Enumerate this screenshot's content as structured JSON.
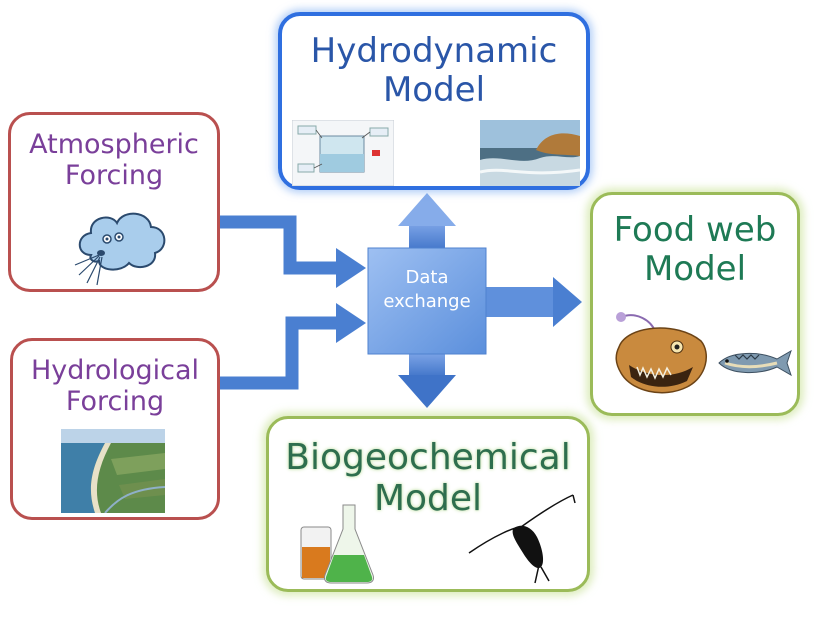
{
  "nodes": {
    "atmospheric": {
      "line1": "Atmospheric",
      "line2": "Forcing",
      "icon": "cloud-icon"
    },
    "hydrological": {
      "line1": "Hydrological",
      "line2": "Forcing",
      "image": "coastline-aerial-photo"
    },
    "hydrodynamic": {
      "line1": "Hydrodynamic",
      "line2": "Model",
      "images": [
        "model-schematic",
        "ocean-waves-photo"
      ]
    },
    "foodweb": {
      "line1": "Food web",
      "line2": "Model",
      "images": [
        "anglerfish-illustration",
        "mackerel-illustration"
      ]
    },
    "biogeochemical": {
      "line1": "Biogeochemical",
      "line2": "Model",
      "images": [
        "lab-flasks",
        "copepod-silhouette"
      ]
    },
    "center": {
      "line1": "Data",
      "line2": "exchange"
    }
  },
  "colors": {
    "forcing_border": "#b9504f",
    "forcing_text": "#7a3f9a",
    "hydro_border": "#2f6fe0",
    "hydro_text": "#2a56a8",
    "model_border": "#9bbb59",
    "foodweb_text": "#1e7a55",
    "arrow": "#4a7fd1",
    "center_fill": "#6f9fe0"
  }
}
